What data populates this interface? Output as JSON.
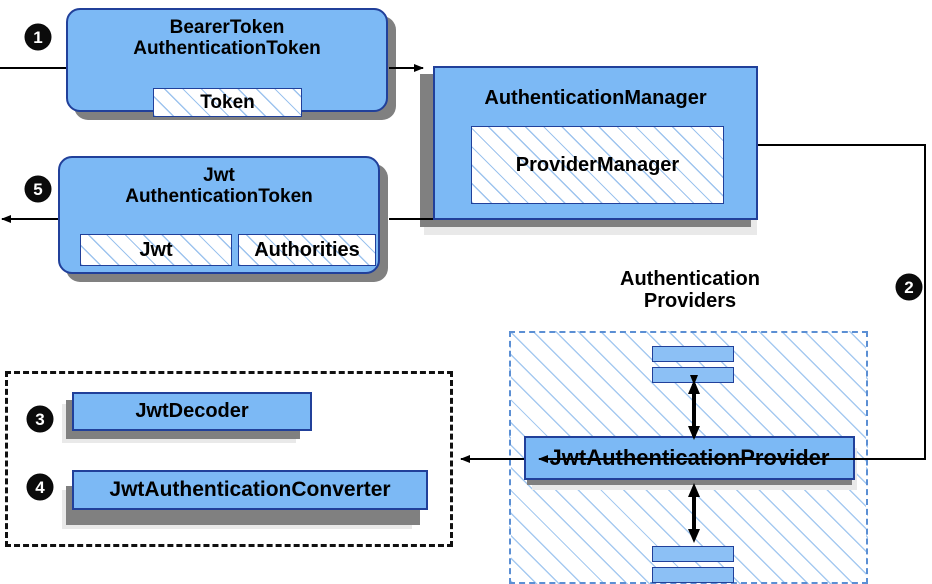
{
  "diagram": {
    "title": "Spring Security JWT Bearer Token Authentication Flow",
    "colors": {
      "node_fill": "#7cb9f5",
      "node_border": "#21409a",
      "hatch_line": "#8cb9eb",
      "shadow_dark": "#808080",
      "shadow_light": "#e9e9e9",
      "dashed_blue": "#5b8fd4",
      "dashed_black": "#111111",
      "bullet_fill": "#0b0b0b",
      "bullet_text": "#ffffff"
    }
  },
  "nodes": {
    "bearer_token": {
      "title": "BearerToken\nAuthenticationToken",
      "inner": "Token"
    },
    "jwt_token": {
      "title": "Jwt\nAuthenticationToken",
      "inner_left": "Jwt",
      "inner_right": "Authorities"
    },
    "auth_manager": {
      "title": "AuthenticationManager",
      "inner": "ProviderManager"
    },
    "providers_group": {
      "label": "Authentication\nProviders"
    },
    "jwt_provider": {
      "title": "JwtAuthenticationProvider"
    },
    "jwt_decoder": {
      "title": "JwtDecoder"
    },
    "jwt_converter": {
      "title": "JwtAuthenticationConverter"
    }
  },
  "steps": {
    "one": "1",
    "two": "2",
    "three": "3",
    "four": "4",
    "five": "5"
  }
}
